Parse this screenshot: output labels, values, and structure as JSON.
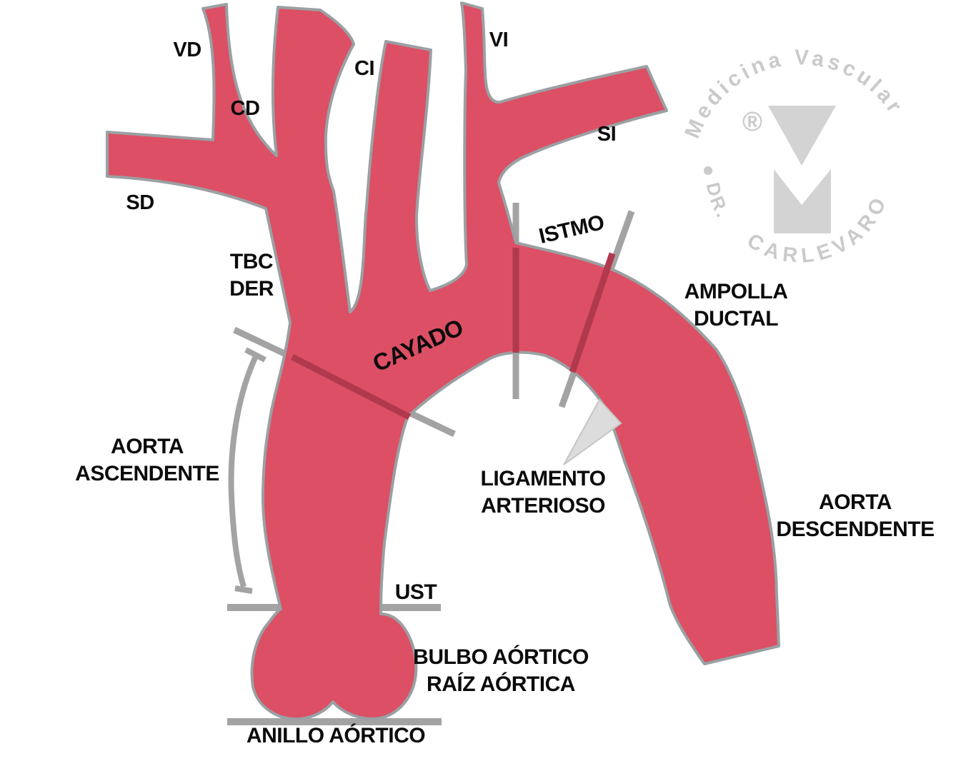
{
  "diagram": {
    "description": "Anatomia de la aorta toracica - esquema rotulado",
    "colors": {
      "background": "#ffffff",
      "vessel_fill": "#dc4f64",
      "vessel_outline": "#9aa0a3",
      "marker_gray": "#a3a3a3",
      "marker_dark_red": "#b0394d",
      "pointer_triangle_fill": "#dcdcdc",
      "pointer_triangle_stroke": "#c6c6c6",
      "label_text": "#0b0b0b",
      "watermark_gray": "#cacaca",
      "watermark_logo_gray": "#d3d3d3"
    },
    "branch_labels": {
      "sd": "SD",
      "vd": "VD",
      "cd": "CD",
      "ci": "CI",
      "vi": "VI",
      "si": "SI"
    },
    "region_labels": {
      "tbc_line1": "TBC",
      "tbc_line2": "DER",
      "cayado": "CAYADO",
      "istmo": "ISTMO",
      "ampolla_line1": "AMPOLLA",
      "ampolla_line2": "DUCTAL",
      "aorta_ascendente_line1": "AORTA",
      "aorta_ascendente_line2": "ASCENDENTE",
      "ligamento_line1": "LIGAMENTO",
      "ligamento_line2": "ARTERIOSO",
      "aorta_descendente_line1": "AORTA",
      "aorta_descendente_line2": "DESCENDENTE",
      "ust": "UST",
      "bulbo_line1": "BULBO AÓRTICO",
      "bulbo_line2": "RAÍZ AÓRTICA",
      "anillo": "ANILLO AÓRTICO"
    },
    "watermark": {
      "arc_top": "Medicina Vascular",
      "registered": "®",
      "bullet": "•",
      "side": "DR.",
      "arc_bottom": "CARLEVARO"
    }
  }
}
